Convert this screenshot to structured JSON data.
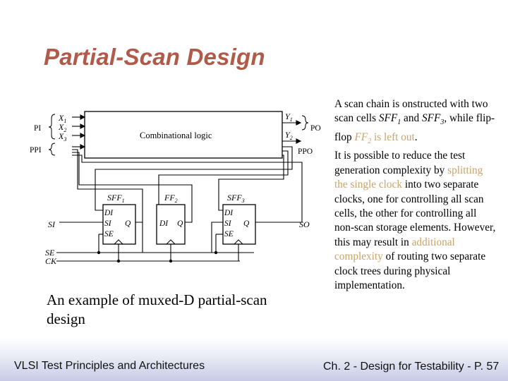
{
  "slide": {
    "title": "Partial-Scan Design",
    "caption": "An example of muxed-D partial-scan design",
    "notes": {
      "p1_a": "A scan chain is onstructed with two scan cells ",
      "p1_sff1": "SFF",
      "p1_sff1_sub": "1",
      "p1_b": " and ",
      "p1_sff3": "SFF",
      "p1_sff3_sub": "3",
      "p1_c": ", while flip-flop ",
      "p1_ff2": "FF",
      "p1_ff2_sub": "2",
      "p1_d": " is left out",
      "p1_e": ".",
      "p2_a": "It is possible to reduce the test generation complexity by ",
      "p2_hl1": "splitting the single clock",
      "p2_b": " into two separate clocks, one for controlling all scan cells, the other for controlling all non-scan storage elements. However, this may result in ",
      "p2_hl2": "additional complexity",
      "p2_c": " of routing two separate clock trees during physical implementation."
    }
  },
  "diagram": {
    "combinational_label": "Combinational logic",
    "inputs": [
      {
        "name": "X",
        "sub": "1"
      },
      {
        "name": "X",
        "sub": "2"
      },
      {
        "name": "X",
        "sub": "3"
      }
    ],
    "outputs": [
      {
        "name": "Y",
        "sub": "1"
      },
      {
        "name": "Y",
        "sub": "2"
      }
    ],
    "pi": "PI",
    "ppi": "PPI",
    "po": "PO",
    "ppo": "PPO",
    "si": "SI",
    "so": "SO",
    "se": "SE",
    "ck": "CK",
    "cells": [
      {
        "name": "SFF",
        "sub": "1",
        "pins": [
          "DI",
          "SI",
          "SE",
          "Q"
        ]
      },
      {
        "name": "FF",
        "sub": "2",
        "pins": [
          "DI",
          "Q"
        ]
      },
      {
        "name": "SFF",
        "sub": "3",
        "pins": [
          "DI",
          "SI",
          "SE",
          "Q"
        ]
      }
    ]
  },
  "footer": {
    "left": "VLSI Test Principles and Architectures",
    "right": "Ch. 2 - Design for Testability - P. 57"
  }
}
